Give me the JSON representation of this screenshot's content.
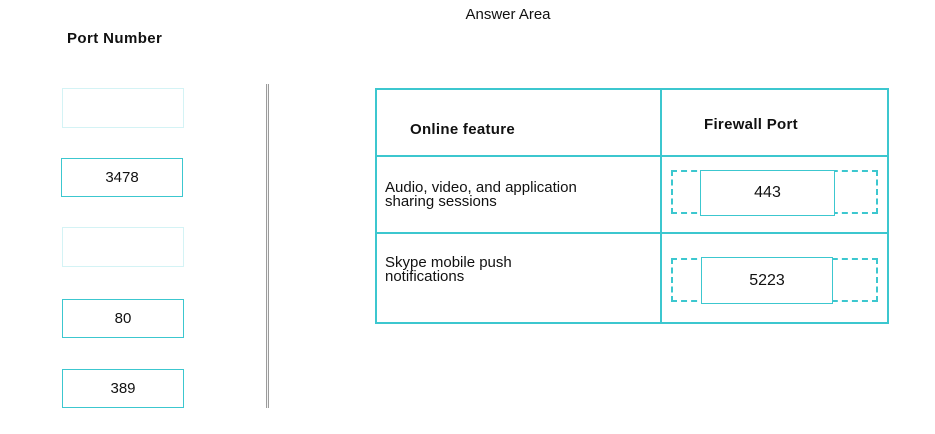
{
  "answer_area_title": "Answer Area",
  "port_list": {
    "heading": "Port Number",
    "items": [
      "",
      "3478",
      "",
      "80",
      "389"
    ]
  },
  "answer_table": {
    "headers": {
      "feature": "Online feature",
      "port": "Firewall Port"
    },
    "rows": [
      {
        "feature": "Audio, video, and application\nsharing sessions",
        "port": "443"
      },
      {
        "feature": "Skype mobile push\nnotifications",
        "port": "5223"
      }
    ]
  },
  "colors": {
    "accent": "#3cc7cf",
    "empty_slot": "#d4f3f5",
    "divider": "#9c9c9c"
  }
}
